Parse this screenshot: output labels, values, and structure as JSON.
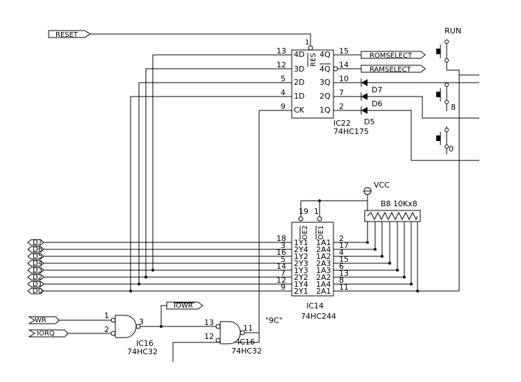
{
  "signals": {
    "reset": "RESET",
    "romselect": "ROMSELECT",
    "ramselect": "RAMSELECT",
    "iowr": "IOWR",
    "wr": "WR",
    "iorq": "IORQ",
    "vcc": "VCC",
    "data_bus": [
      "D7",
      "D6",
      "D5",
      "D4",
      "D3",
      "D2",
      "D1",
      "D0"
    ]
  },
  "switches": {
    "run": "RUN",
    "eight": "8",
    "zero": "0"
  },
  "diodes": [
    "D7",
    "D6",
    "D5"
  ],
  "ic22": {
    "name": "IC22",
    "part": "74HC175",
    "reset_pin": "RES",
    "reset_pin_number": "1",
    "left_pins": [
      {
        "num": "13",
        "label": "4D"
      },
      {
        "num": "12",
        "label": "3D"
      },
      {
        "num": "5",
        "label": "2D"
      },
      {
        "num": "4",
        "label": "1D"
      },
      {
        "num": "9",
        "label": "CK"
      }
    ],
    "right_pins": [
      {
        "num": "15",
        "label": "4Q"
      },
      {
        "num": "14",
        "label": "4Q"
      },
      {
        "num": "10",
        "label": "3Q"
      },
      {
        "num": "7",
        "label": "2Q"
      },
      {
        "num": "2",
        "label": "1Q"
      }
    ]
  },
  "ic14": {
    "name": "IC14",
    "part": "74HC244",
    "enable_pins": [
      {
        "num": "19",
        "label": "OE2"
      },
      {
        "num": "1",
        "label": "OE1"
      }
    ],
    "left_pins": [
      {
        "num": "18",
        "label": "1Y1"
      },
      {
        "num": "3",
        "label": "2Y4"
      },
      {
        "num": "16",
        "label": "1Y2"
      },
      {
        "num": "5",
        "label": "2Y3"
      },
      {
        "num": "14",
        "label": "1Y3"
      },
      {
        "num": "7",
        "label": "2Y2"
      },
      {
        "num": "12",
        "label": "1Y4"
      },
      {
        "num": "9",
        "label": "2Y1"
      }
    ],
    "right_pins": [
      {
        "num": "2",
        "label": "1A1"
      },
      {
        "num": "17",
        "label": "2A4"
      },
      {
        "num": "4",
        "label": "1A2"
      },
      {
        "num": "15",
        "label": "2A3"
      },
      {
        "num": "6",
        "label": "1A3"
      },
      {
        "num": "13",
        "label": "2A2"
      },
      {
        "num": "8",
        "label": "1A4"
      },
      {
        "num": "11",
        "label": "2A1"
      }
    ]
  },
  "resistor_array": {
    "ref": "B8",
    "value": "10Kx8"
  },
  "gate_a": {
    "name": "IC16",
    "part": "74HC32",
    "in1": "1",
    "in2": "2",
    "out": "3"
  },
  "gate_b": {
    "name": "IC16",
    "part": "74HC32",
    "in1": "13",
    "in2": "12",
    "out": "11"
  },
  "annotation": "\"9C\""
}
